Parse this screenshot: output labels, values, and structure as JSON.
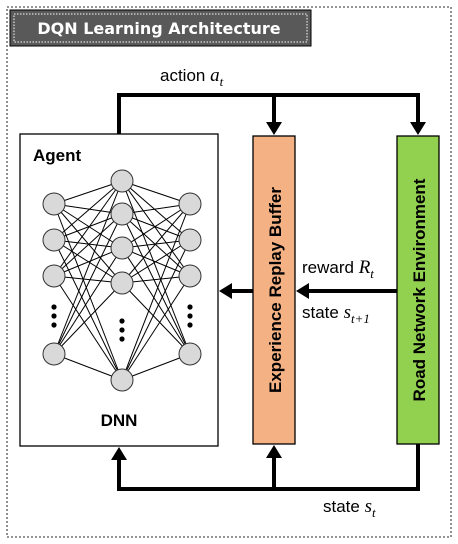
{
  "title": "DQN Learning Architecture",
  "agent": {
    "label": "Agent",
    "network_label": "DNN"
  },
  "buffer": {
    "label": "Experience Replay Buffer",
    "color": "#f4b183"
  },
  "environment": {
    "label": "Road Network Environment",
    "color": "#92d050"
  },
  "arrows": {
    "action": {
      "text": "action ",
      "var": "a",
      "sub": "t"
    },
    "reward": {
      "text": "reward ",
      "var": "R",
      "sub": "t"
    },
    "next_state": {
      "text": "state ",
      "var": "s",
      "sub": "t+1"
    },
    "state": {
      "text": "state ",
      "var": "s",
      "sub": "t"
    }
  },
  "colors": {
    "title_bg": "#595959",
    "frame": "#595959"
  }
}
